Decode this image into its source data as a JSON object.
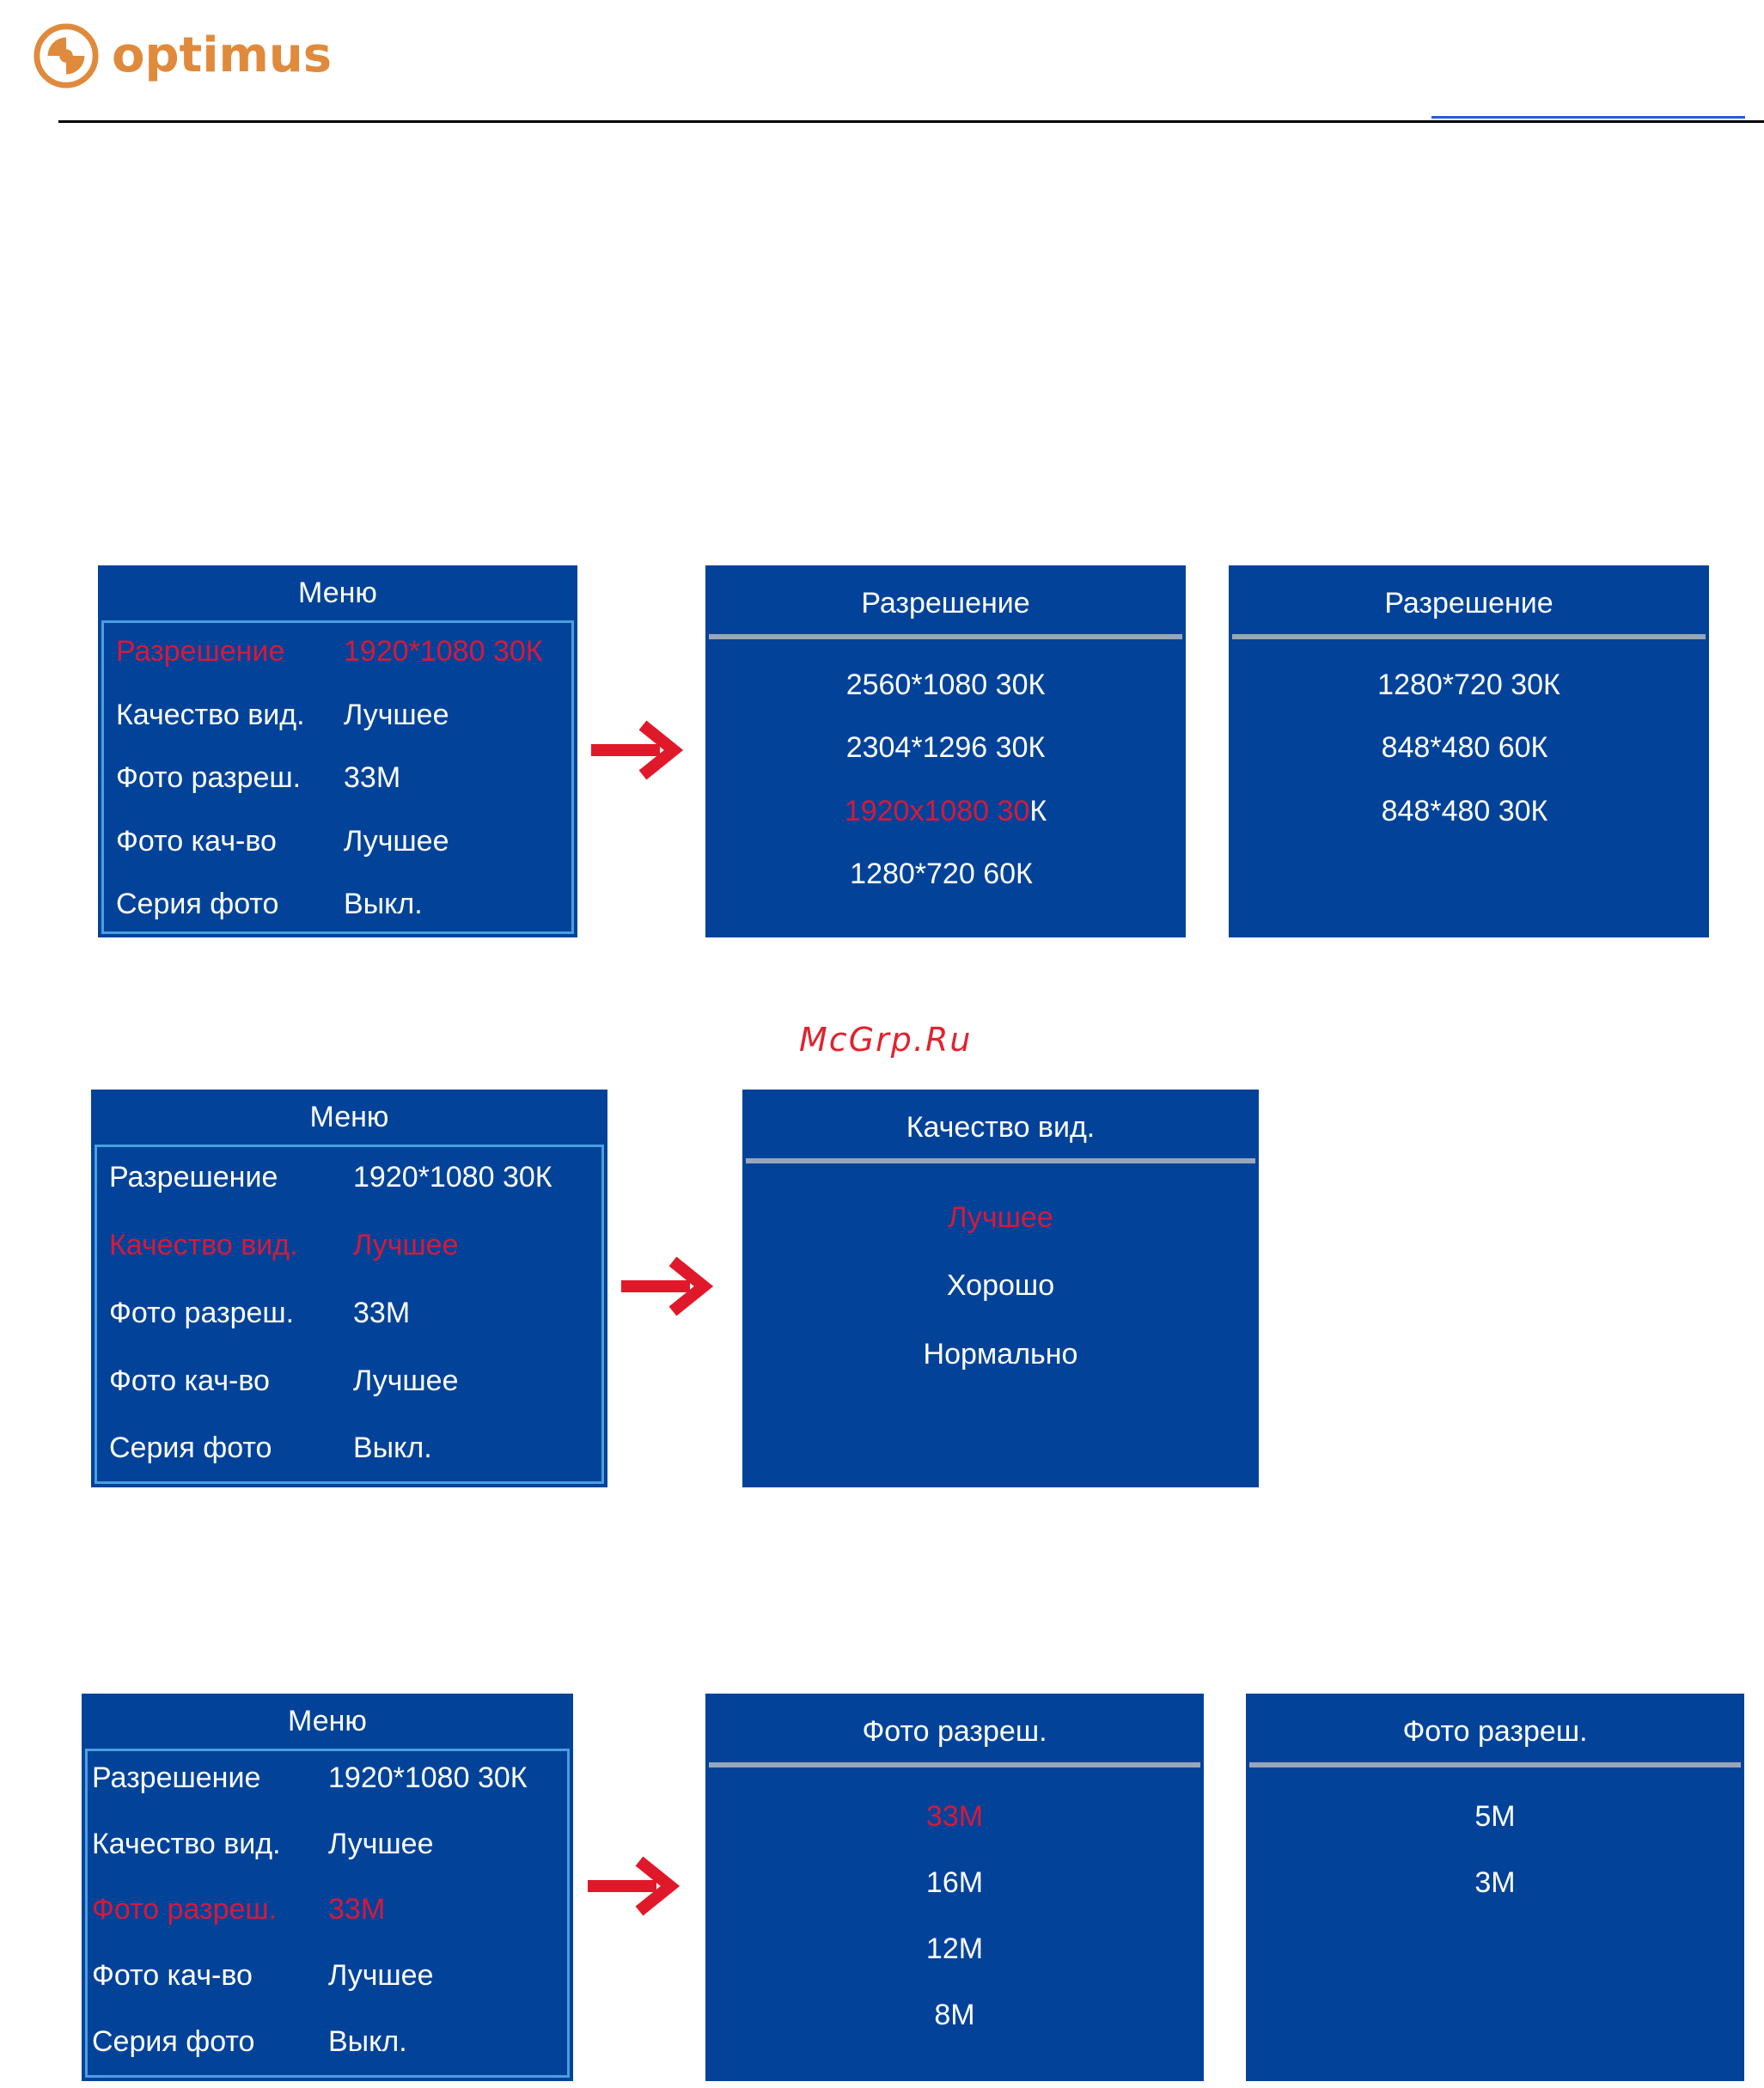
{
  "header": {
    "brand": "optimus",
    "brand_color": "#e08a3c",
    "logo_icon": "optimus-logo-icon"
  },
  "watermark": "McGrp.Ru",
  "colors": {
    "panel_bg": "#024399",
    "selected_text": "#d8183a",
    "arrow": "#e0192a",
    "menu_border": "#4a9fe0"
  },
  "section1": {
    "menu": {
      "title": "Меню",
      "rows": [
        {
          "label": "Разрешение",
          "value": "1920*1080 30К"
        },
        {
          "label": "Качество вид.",
          "value": "Лучшее"
        },
        {
          "label": "Фото разреш.",
          "value": "33М"
        },
        {
          "label": "Фото кач-во",
          "value": "Лучшее"
        },
        {
          "label": "Серия фото",
          "value": "Выкл."
        }
      ]
    },
    "panel_a": {
      "title": "Разрешение",
      "items": [
        "2560*1080 30К",
        "2304*1296 30К",
        "1280*720 60К"
      ],
      "selected_red": "1920x1080 30",
      "selected_rest": "К"
    },
    "panel_b": {
      "title": "Разрешение",
      "items": [
        "1280*720 30К",
        "848*480 60К",
        "848*480 30К"
      ]
    }
  },
  "section2": {
    "menu": {
      "title": "Меню",
      "rows": [
        {
          "label": "Разрешение",
          "value": "1920*1080 30К"
        },
        {
          "label": "Качество вид.",
          "value": "Лучшее"
        },
        {
          "label": "Фото разреш.",
          "value": "33М"
        },
        {
          "label": "Фото кач-во",
          "value": "Лучшее"
        },
        {
          "label": "Серия фото",
          "value": "Выкл."
        }
      ]
    },
    "panel_a": {
      "title": "Качество вид.",
      "items": [
        "Лучшее",
        "Хорошо",
        "Нормально"
      ]
    }
  },
  "section3": {
    "menu": {
      "title": "Меню",
      "rows": [
        {
          "label": "Разрешение",
          "value": "1920*1080 30К"
        },
        {
          "label": "Качество вид.",
          "value": "Лучшее"
        },
        {
          "label": "Фото разреш.",
          "value": "33М"
        },
        {
          "label": "Фото кач-во",
          "value": "Лучшее"
        },
        {
          "label": "Серия фото",
          "value": "Выкл."
        }
      ]
    },
    "panel_a": {
      "title": "Фото разреш.",
      "items": [
        "33М",
        "16М",
        "12М",
        "8М"
      ]
    },
    "panel_b": {
      "title": "Фото разреш.",
      "items": [
        "5М",
        "3М"
      ]
    }
  }
}
